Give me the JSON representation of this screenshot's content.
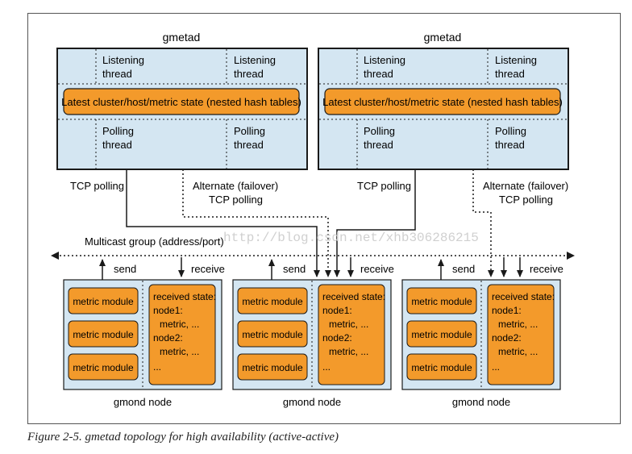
{
  "colors": {
    "gmetad_fill": "#d4e6f2",
    "gmond_fill": "#d4e6f2",
    "module_fill": "#f39a2b",
    "border": "#1a1a1a"
  },
  "gmetad": [
    {
      "title": "gmetad",
      "listening_1": [
        "Listening",
        "thread"
      ],
      "listening_2": [
        "Listening",
        "thread"
      ],
      "state": "Latest cluster/host/metric state (nested hash tables)",
      "polling_1": [
        "Polling",
        "thread"
      ],
      "polling_2": [
        "Polling",
        "thread"
      ]
    },
    {
      "title": "gmetad",
      "listening_1": [
        "Listening",
        "thread"
      ],
      "listening_2": [
        "Listening",
        "thread"
      ],
      "state": "Latest cluster/host/metric state (nested hash tables)",
      "polling_1": [
        "Polling",
        "thread"
      ],
      "polling_2": [
        "Polling",
        "thread"
      ]
    }
  ],
  "labels": {
    "tcp_polling": "TCP polling",
    "alternate": [
      "Alternate (failover)",
      "TCP polling"
    ],
    "multicast": "Multicast group (address/port)",
    "send": "send",
    "receive": "receive",
    "watermark": "http://blog.csdn.net/xhb306286215"
  },
  "gmond": [
    {
      "title": "gmond node",
      "modules": [
        "metric module",
        "metric module",
        "metric module"
      ],
      "received": [
        "received state:",
        "node1:",
        "metric, ...",
        "node2:",
        "metric, ...",
        "..."
      ]
    },
    {
      "title": "gmond node",
      "modules": [
        "metric module",
        "metric module",
        "metric module"
      ],
      "received": [
        "received state:",
        "node1:",
        "metric, ...",
        "node2:",
        "metric, ...",
        "..."
      ]
    },
    {
      "title": "gmond node",
      "modules": [
        "metric module",
        "metric module",
        "metric module"
      ],
      "received": [
        "received state:",
        "node1:",
        "metric, ...",
        "node2:",
        "metric, ...",
        "..."
      ]
    }
  ],
  "caption": "Figure 2-5. gmetad topology for high availability (active-active)"
}
